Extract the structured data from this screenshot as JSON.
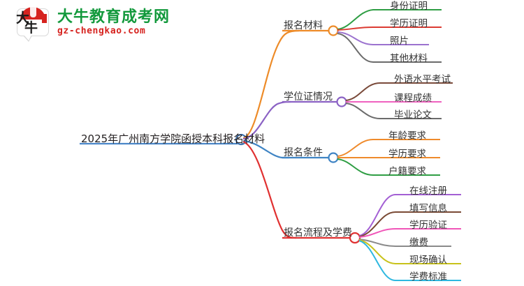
{
  "logo": {
    "mark_text_line1": "大",
    "mark_text_line2": "牛",
    "brand_name": "大牛教育成考网",
    "domain": "gz-chengkao.com",
    "brand_color": "#13993c",
    "domain_color": "#d6231f",
    "mark_color": "#d6231f"
  },
  "mindmap": {
    "root": {
      "label": "2025年广州南方学院函授本科报名材料",
      "underline_color": "#4a86c8",
      "node_color": "#3f76b5"
    },
    "branches": [
      {
        "label": "报名材料",
        "color": "#ed8b28",
        "node_color": "#ed8b28",
        "children": [
          {
            "label": "身份证明",
            "color": "#2f9e44"
          },
          {
            "label": "学历证明",
            "color": "#dc3b32"
          },
          {
            "label": "照片",
            "color": "#9b72cf"
          },
          {
            "label": "其他材料",
            "color": "#6b6b6b"
          }
        ]
      },
      {
        "label": "学位证情况",
        "color": "#8b62c4",
        "node_color": "#8b62c4",
        "children": [
          {
            "label": "外语水平考试",
            "color": "#7a4a3a"
          },
          {
            "label": "课程成绩",
            "color": "#ef62c0"
          },
          {
            "label": "毕业论文",
            "color": "#6b6b6b"
          }
        ]
      },
      {
        "label": "报名条件",
        "color": "#3f84c4",
        "node_color": "#3f84c4",
        "children": [
          {
            "label": "年龄要求",
            "color": "#ef8a2b"
          },
          {
            "label": "学历要求",
            "color": "#ef8a2b"
          },
          {
            "label": "户籍要求",
            "color": "#2f9e44"
          }
        ]
      },
      {
        "label": "报名流程及学费",
        "color": "#e03131",
        "node_color": "#e03131",
        "children": [
          {
            "label": "在线注册",
            "color": "#a35fd4"
          },
          {
            "label": "填写信息",
            "color": "#7a4a35"
          },
          {
            "label": "学历验证",
            "color": "#f055b8"
          },
          {
            "label": "缴费",
            "color": "#8a8a8a"
          },
          {
            "label": "现场确认",
            "color": "#c8c21a"
          },
          {
            "label": "学费标准",
            "color": "#2fb8e0"
          }
        ]
      }
    ]
  }
}
